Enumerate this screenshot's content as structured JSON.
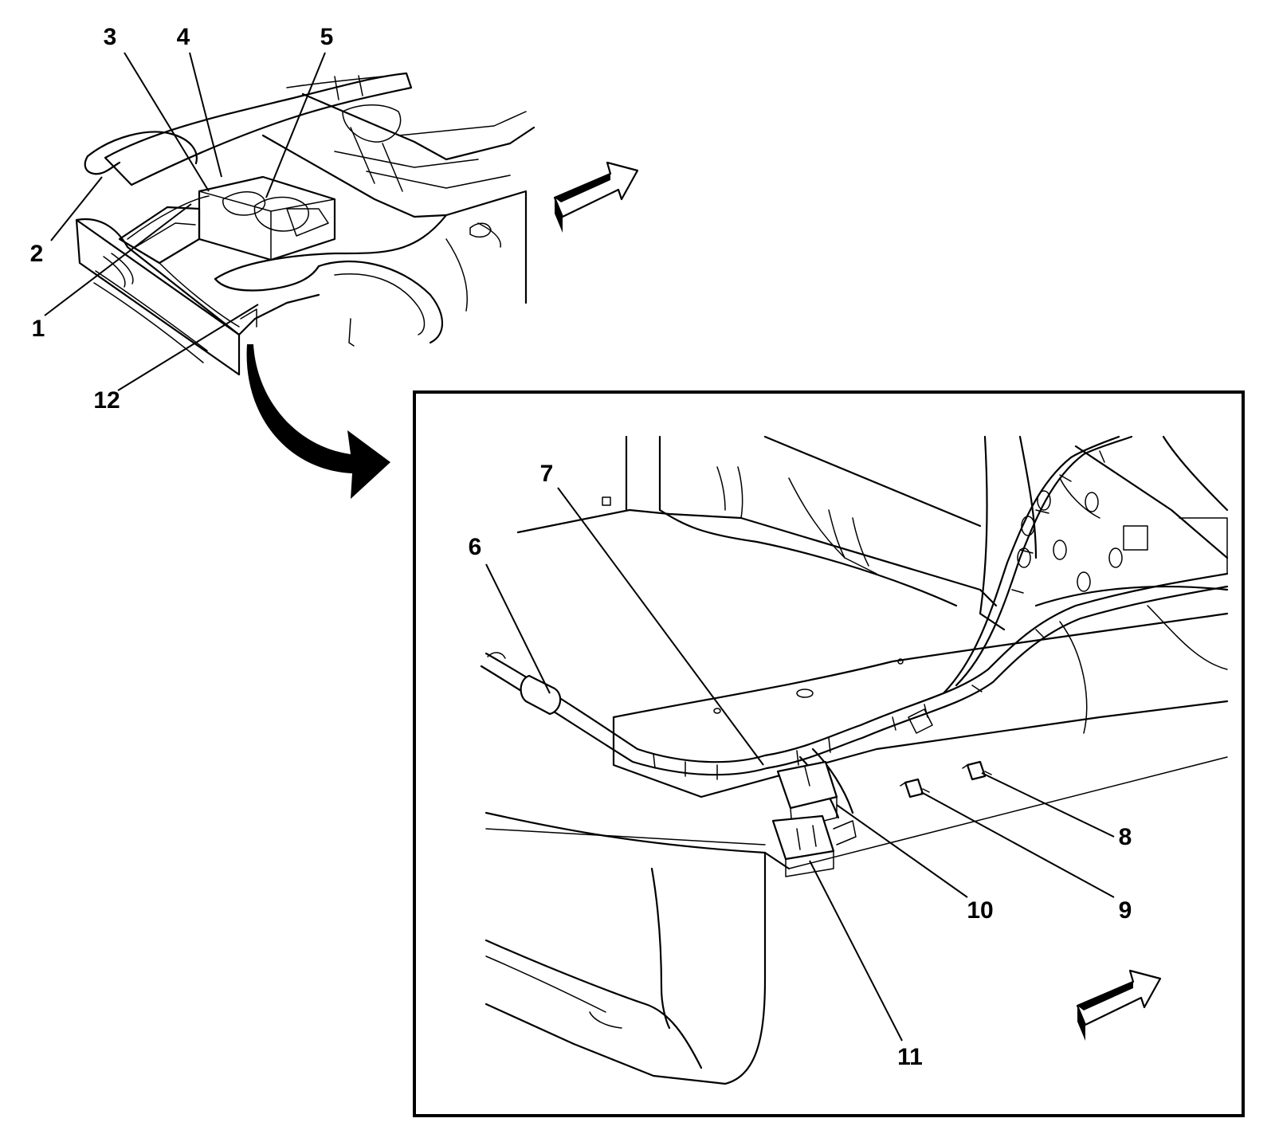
{
  "diagram": {
    "callouts": {
      "c1": "1",
      "c2": "2",
      "c3": "3",
      "c4": "4",
      "c5": "5",
      "c6": "6",
      "c7": "7",
      "c8": "8",
      "c9": "9",
      "c10": "10",
      "c11": "11",
      "c12": "12"
    },
    "icons": {
      "forward_arrow": "forward-arrow-icon",
      "zoom_arrow": "detail-zoom-arrow-icon"
    },
    "colors": {
      "line": "#000000",
      "background": "#ffffff"
    }
  }
}
